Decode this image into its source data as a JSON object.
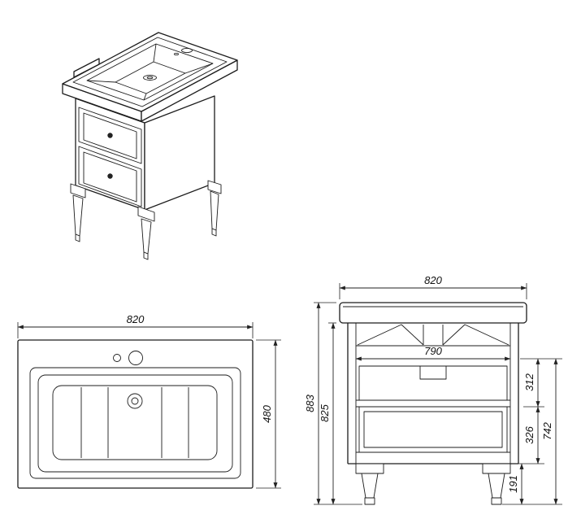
{
  "dims": {
    "top_view": {
      "width": "820",
      "depth": "480"
    },
    "front_view": {
      "width": "820",
      "inner_width": "790",
      "total_height": "883",
      "body_height": "825",
      "upper_section": "312",
      "side_height": "742",
      "lower_section": "326",
      "leg_height": "191"
    }
  }
}
